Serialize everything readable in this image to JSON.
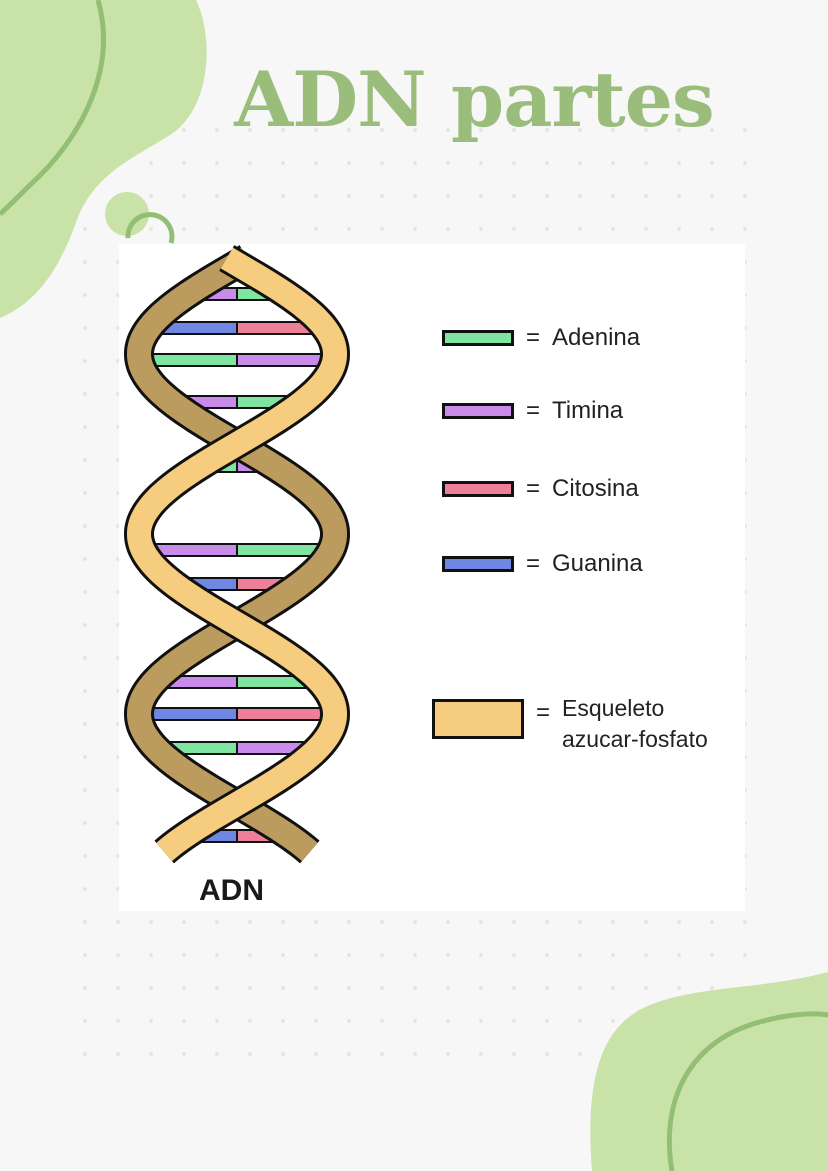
{
  "title": "ADN partes",
  "caption": "ADN",
  "legend": [
    {
      "label": "Adenina",
      "color": "#7fe6a2"
    },
    {
      "label": "Timina",
      "color": "#c88be9"
    },
    {
      "label": "Citosina",
      "color": "#ee7f98"
    },
    {
      "label": "Guanina",
      "color": "#6f86e4"
    }
  ],
  "equals": "=",
  "backbone": {
    "line1": "Esqueleto",
    "line2": "azucar-fosfato",
    "color": "#f6cd7f",
    "dark_color": "#bb9c5e"
  },
  "deco_color": "#c9e2a8",
  "deco_line": "#93bf74",
  "title_color": "#9bbd7c"
}
